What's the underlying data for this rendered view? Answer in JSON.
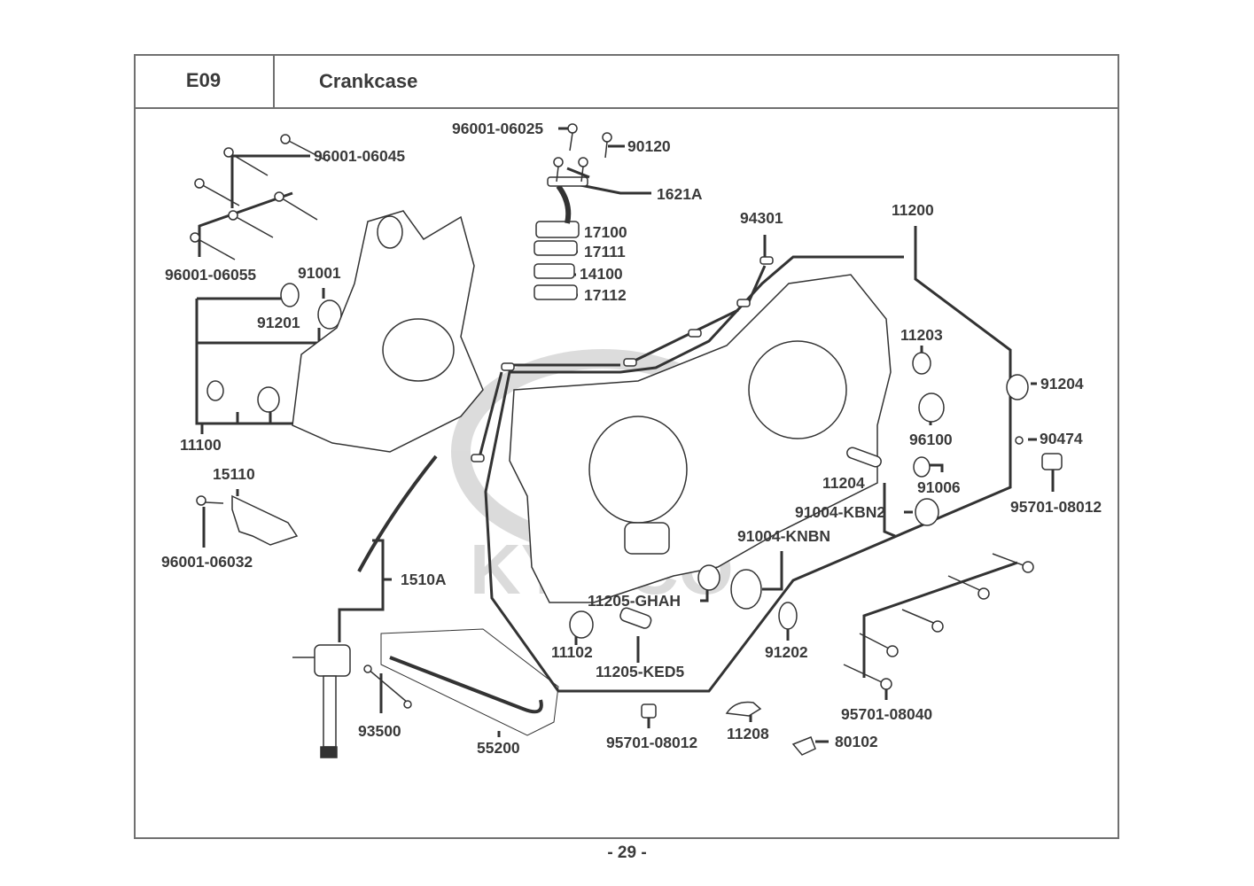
{
  "header": {
    "section_code": "E09",
    "section_title": "Crankcase"
  },
  "footer": {
    "page_number": "- 29 -"
  },
  "watermark": "KYMCO",
  "parts": [
    {
      "id": "p1",
      "number": "96001-06025"
    },
    {
      "id": "p2",
      "number": "90120"
    },
    {
      "id": "p3",
      "number": "96001-06045"
    },
    {
      "id": "p4",
      "number": "1621A"
    },
    {
      "id": "p5",
      "number": "94301"
    },
    {
      "id": "p6",
      "number": "11200"
    },
    {
      "id": "p7",
      "number": "17100"
    },
    {
      "id": "p8",
      "number": "17111"
    },
    {
      "id": "p9",
      "number": "14100"
    },
    {
      "id": "p10",
      "number": "17112"
    },
    {
      "id": "p11",
      "number": "96001-06055"
    },
    {
      "id": "p12",
      "number": "91001"
    },
    {
      "id": "p13",
      "number": "91201"
    },
    {
      "id": "p14",
      "number": "11203"
    },
    {
      "id": "p15",
      "number": "91204"
    },
    {
      "id": "p16",
      "number": "11100"
    },
    {
      "id": "p17",
      "number": "96100"
    },
    {
      "id": "p18",
      "number": "90474"
    },
    {
      "id": "p19",
      "number": "15110"
    },
    {
      "id": "p20",
      "number": "11204"
    },
    {
      "id": "p21",
      "number": "91006"
    },
    {
      "id": "p22",
      "number": "95701-08012"
    },
    {
      "id": "p23",
      "number": "91004-KBN2"
    },
    {
      "id": "p24",
      "number": "96001-06032"
    },
    {
      "id": "p25",
      "number": "91004-KNBN"
    },
    {
      "id": "p26",
      "number": "1510A"
    },
    {
      "id": "p27",
      "number": "11205-GHAH"
    },
    {
      "id": "p28",
      "number": "11102"
    },
    {
      "id": "p29",
      "number": "91202"
    },
    {
      "id": "p30",
      "number": "11205-KED5"
    },
    {
      "id": "p31",
      "number": "95701-08040"
    },
    {
      "id": "p32",
      "number": "93500"
    },
    {
      "id": "p33",
      "number": "11208"
    },
    {
      "id": "p34",
      "number": "95701-08012"
    },
    {
      "id": "p35",
      "number": "80102"
    },
    {
      "id": "p36",
      "number": "55200"
    }
  ]
}
